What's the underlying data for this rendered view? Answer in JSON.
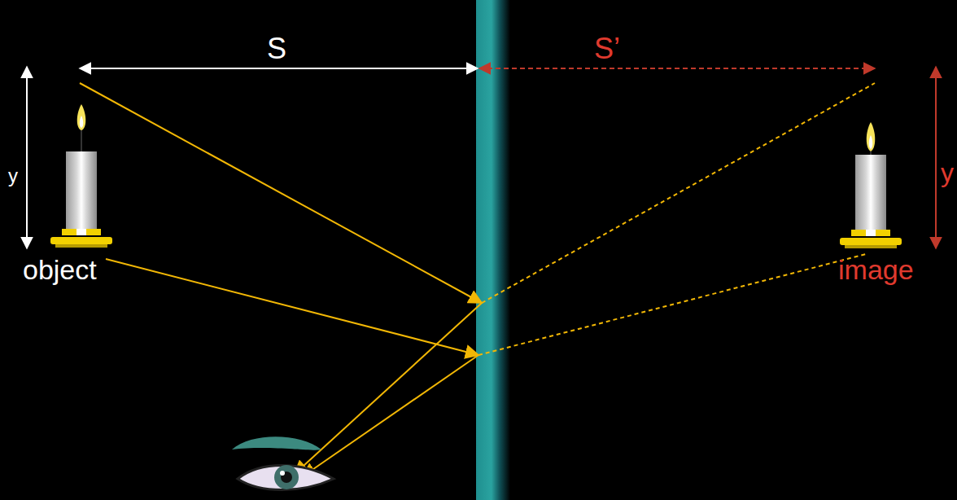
{
  "diagram": {
    "labels": [
      "S",
      "S’",
      "y",
      "y",
      "object",
      "image"
    ]
  }
}
